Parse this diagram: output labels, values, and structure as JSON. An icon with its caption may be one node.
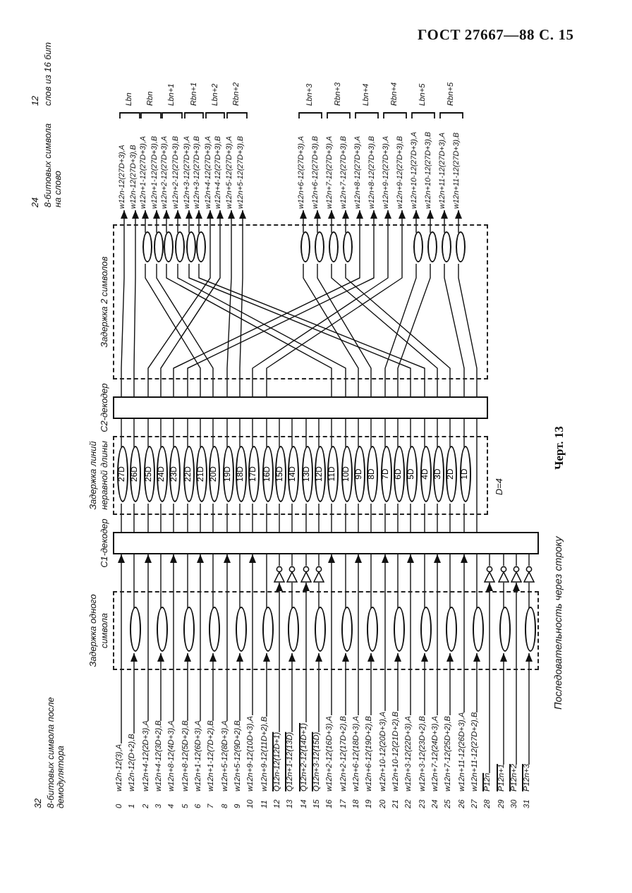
{
  "diagram": {
    "caption": "Черт. 13",
    "nodes": [
      {
        "text": [
          "w12n-12(3),A"
        ],
        "beside": [
          "0"
        ]
      },
      {
        "text": [
          "w12n-12(D+2),B"
        ],
        "beside": [
          "1"
        ]
      },
      {
        "text": [
          "w12n+4-12(2D+3),A"
        ],
        "beside": [
          "2"
        ]
      },
      {
        "text": [
          "w12n+4-12(3D+2),B"
        ],
        "beside": [
          "3"
        ]
      },
      {
        "text": [
          "w12n+8-12(4D+3),A"
        ],
        "beside": [
          "4"
        ]
      },
      {
        "text": [
          "w12n+8-12(5D+2),B"
        ],
        "beside": [
          "5"
        ]
      },
      {
        "text": [
          "w12n+1-12(6D+3),A"
        ],
        "beside": [
          "6"
        ]
      },
      {
        "text": [
          "w12n+1-12(7D+2),B"
        ],
        "beside": [
          "7"
        ]
      },
      {
        "text": [
          "w12n+5-12(8D+3),A"
        ],
        "beside": [
          "8"
        ]
      },
      {
        "text": [
          "w12n+5-12(9D+2),B"
        ],
        "beside": [
          "9"
        ]
      },
      {
        "text": [
          "w12n+9-12(10D+3),A"
        ],
        "beside": [
          "10"
        ]
      },
      {
        "text": [
          "w12n+9-12(11D+2),B"
        ],
        "beside": [
          "11"
        ]
      },
      {
        "text": [
          "Q12n-12(12D+1)"
        ],
        "beside": [
          "12"
        ]
      },
      {
        "text": [
          "Q12n+1-12(13D)"
        ],
        "beside": [
          "13"
        ]
      },
      {
        "text": [
          "Q12n+2-12(14D+1)"
        ],
        "beside": [
          "14"
        ]
      },
      {
        "text": [
          "Q12n+3-12(15D)"
        ],
        "beside": [
          "15"
        ]
      },
      {
        "text": [
          "w12n+2-12(16D+3),A"
        ],
        "beside": [
          "16"
        ]
      },
      {
        "text": [
          "w12n+2-12(17D+2),B"
        ],
        "beside": [
          "17"
        ]
      },
      {
        "text": [
          "w12n+6-12(18D+3),A"
        ],
        "beside": [
          "18"
        ]
      },
      {
        "text": [
          "w12n+6-12(19D+2),B"
        ],
        "beside": [
          "19"
        ]
      },
      {
        "text": [
          "w12n+10-12(20D+3),A"
        ],
        "beside": [
          "20"
        ]
      },
      {
        "text": [
          "w12n+10-12(21D+2),B"
        ],
        "beside": [
          "21"
        ]
      },
      {
        "text": [
          "w12n+3-12(22D+3),A"
        ],
        "beside": [
          "22"
        ]
      },
      {
        "text": [
          "w12n+3-12(23D+2),B"
        ],
        "beside": [
          "23"
        ]
      },
      {
        "text": [
          "w12n+7-12(24D+3),A"
        ],
        "beside": [
          "24"
        ]
      },
      {
        "text": [
          "w12n+7-12(25D+2),B"
        ],
        "beside": [
          "25"
        ]
      },
      {
        "text": [
          "w12n+11-12(26D+3),A"
        ],
        "beside": [
          "26"
        ]
      },
      {
        "text": [
          "w12n+11-12(27D+2),B"
        ],
        "beside": [
          "27"
        ]
      },
      {
        "text": [
          "P12n"
        ],
        "beside": [
          "28"
        ]
      },
      {
        "text": [
          "P12n+1"
        ],
        "beside": [
          "29"
        ]
      },
      {
        "text": [
          "P12n+2"
        ],
        "beside": [
          "30"
        ]
      },
      {
        "text": [
          "P12n+3"
        ],
        "beside": [
          "31"
        ]
      },
      {
        "text": [
          "Задержка одного символа"
        ]
      },
      {
        "text": [],
        "shape": "oval",
        "in": 32
      },
      {
        "text": [],
        "shape": "oval",
        "in": 32
      },
      {
        "text": [],
        "shape": "oval",
        "in": 32
      },
      {
        "text": [],
        "shape": "oval",
        "in": 32
      },
      {
        "text": [],
        "shape": "oval",
        "in": 32
      },
      {
        "text": [],
        "shape": "oval",
        "in": 32
      },
      {
        "text": [],
        "shape": "oval",
        "in": 32
      },
      {
        "text": [],
        "shape": "oval",
        "in": 32
      },
      {
        "text": [],
        "shape": "oval",
        "in": 32
      },
      {
        "text": [],
        "shape": "oval",
        "in": 32
      },
      {
        "text": [],
        "shape": "oval",
        "in": 32
      },
      {
        "text": [],
        "shape": "oval",
        "in": 32
      },
      {
        "text": [],
        "shape": "oval",
        "in": 32
      },
      {
        "text": [],
        "shape": "oval",
        "in": 32
      },
      {
        "text": [],
        "shape": "oval",
        "in": 32
      },
      {
        "text": [],
        "shape": "oval",
        "in": 32
      },
      {
        "text": [],
        "shape": "triangle"
      },
      {
        "text": [],
        "shape": "triangle"
      },
      {
        "text": [],
        "shape": "triangle"
      },
      {
        "text": [],
        "shape": "triangle"
      },
      {
        "text": [],
        "shape": "triangle"
      },
      {
        "text": [],
        "shape": "triangle"
      },
      {
        "text": [],
        "shape": "triangle"
      },
      {
        "text": [],
        "shape": "triangle"
      },
      {
        "text": [
          "C1-декодер"
        ]
      },
      {
        "text": [
          "Задержка линий неравной длины"
        ],
        "beside": [
          "D=4"
        ]
      },
      {
        "text": [
          "27D"
        ],
        "in": 58
      },
      {
        "text": [
          "26D"
        ],
        "in": 58
      },
      {
        "text": [
          "25D"
        ],
        "in": 58
      },
      {
        "text": [
          "24D"
        ],
        "in": 58
      },
      {
        "text": [
          "23D"
        ],
        "in": 58
      },
      {
        "text": [
          "22D"
        ],
        "in": 58
      },
      {
        "text": [
          "21D"
        ],
        "in": 58
      },
      {
        "text": [
          "20D"
        ],
        "in": 58
      },
      {
        "text": [
          "19D"
        ],
        "in": 58
      },
      {
        "text": [
          "18D"
        ],
        "in": 58
      },
      {
        "text": [
          "17D"
        ],
        "in": 58
      },
      {
        "text": [
          "16D"
        ],
        "in": 58
      },
      {
        "text": [
          "15D"
        ],
        "in": 58
      },
      {
        "text": [
          "14D"
        ],
        "in": 58
      },
      {
        "text": [
          "13D"
        ],
        "in": 58
      },
      {
        "text": [
          "12D"
        ],
        "in": 58
      },
      {
        "text": [
          "11D"
        ],
        "in": 58
      },
      {
        "text": [
          "10D"
        ],
        "in": 58
      },
      {
        "text": [
          "9D"
        ],
        "in": 58
      },
      {
        "text": [
          "8D"
        ],
        "in": 58
      },
      {
        "text": [
          "7D"
        ],
        "in": 58
      },
      {
        "text": [
          "6D"
        ],
        "in": 58
      },
      {
        "text": [
          "5D"
        ],
        "in": 58
      },
      {
        "text": [
          "4D"
        ],
        "in": 58
      },
      {
        "text": [
          "3D"
        ],
        "in": 58
      },
      {
        "text": [
          "2D"
        ],
        "in": 58
      },
      {
        "text": [
          "1D"
        ],
        "in": 58
      },
      {
        "text": [
          "C2-декодер"
        ]
      },
      {
        "text": [
          "Задержка 2 символов"
        ]
      },
      {
        "text": [],
        "shape": "oval",
        "in": 87
      },
      {
        "text": [],
        "shape": "oval",
        "in": 87
      },
      {
        "text": [],
        "shape": "oval",
        "in": 87
      },
      {
        "text": [],
        "shape": "oval",
        "in": 87
      },
      {
        "text": [],
        "shape": "oval",
        "in": 87
      },
      {
        "text": [],
        "shape": "oval",
        "in": 87
      },
      {
        "text": [],
        "shape": "oval",
        "in": 87
      },
      {
        "text": [],
        "shape": "oval",
        "in": 87
      },
      {
        "text": [],
        "shape": "oval",
        "in": 87
      },
      {
        "text": [],
        "shape": "oval",
        "in": 87
      },
      {
        "text": [],
        "shape": "oval",
        "in": 87
      },
      {
        "text": [],
        "shape": "oval",
        "in": 87
      },
      {
        "text": [],
        "shape": "oval",
        "in": 87
      },
      {
        "text": [],
        "shape": "oval",
        "in": 87
      },
      {
        "text": [
          "w12n-12(27D+3),A"
        ]
      },
      {
        "text": [
          "w12n-12(27D+3),B"
        ]
      },
      {
        "text": [
          "w12n+1-12(27D+3),A"
        ]
      },
      {
        "text": [
          "w12n+1-12(27D+3),B"
        ]
      },
      {
        "text": [
          "w12n+2-12(27D+3),A"
        ]
      },
      {
        "text": [
          "w12n+2-12(27D+3),B"
        ]
      },
      {
        "text": [
          "w12n+3-12(27D+3),A"
        ]
      },
      {
        "text": [
          "w12n+3-12(27D+3),B"
        ]
      },
      {
        "text": [
          "w12n+4-12(27D+3),A"
        ]
      },
      {
        "text": [
          "w12n+4-12(27D+3),B"
        ]
      },
      {
        "text": [
          "w12n+5-12(27D+3),A"
        ]
      },
      {
        "text": [
          "w12n+5-12(27D+3),B"
        ]
      },
      {
        "text": [
          "w12n+6-12(27D+3),A"
        ]
      },
      {
        "text": [
          "w12n+6-12(27D+3),B"
        ]
      },
      {
        "text": [
          "w12n+7-12(27D+3),A"
        ]
      },
      {
        "text": [
          "w12n+7-12(27D+3),B"
        ]
      },
      {
        "text": [
          "w12n+8-12(27D+3),A"
        ]
      },
      {
        "text": [
          "w12n+8-12(27D+3),B"
        ]
      },
      {
        "text": [
          "w12n+9-12(27D+3),A"
        ]
      },
      {
        "text": [
          "w12n+9-12(27D+3),B"
        ]
      },
      {
        "text": [
          "w12n+10-12(27D+3),A"
        ]
      },
      {
        "text": [
          "w12n+10-12(27D+3),B"
        ]
      },
      {
        "text": [
          "w12n+11-12(27D+3),A"
        ]
      },
      {
        "text": [
          "w12n+11-12(27D+3),B"
        ]
      }
    ],
    "edges": [
      {
        "from": 0,
        "to": 57,
        "arrow": "to"
      },
      {
        "from": 1,
        "to": 33,
        "arrow": "to"
      },
      {
        "from": 33,
        "to": 57,
        "arrow": "none"
      },
      {
        "from": 2,
        "to": 57,
        "arrow": "to"
      },
      {
        "from": 3,
        "to": 34,
        "arrow": "to"
      },
      {
        "from": 34,
        "to": 57,
        "arrow": "none"
      },
      {
        "from": 4,
        "to": 57,
        "arrow": "to"
      },
      {
        "from": 5,
        "to": 35,
        "arrow": "to"
      },
      {
        "from": 35,
        "to": 57,
        "arrow": "none"
      },
      {
        "from": 6,
        "to": 57,
        "arrow": "to"
      },
      {
        "from": 7,
        "to": 36,
        "arrow": "to"
      },
      {
        "from": 36,
        "to": 57,
        "arrow": "none"
      },
      {
        "from": 8,
        "to": 57,
        "arrow": "to"
      },
      {
        "from": 9,
        "to": 37,
        "arrow": "to"
      },
      {
        "from": 37,
        "to": 57,
        "arrow": "none"
      },
      {
        "from": 10,
        "to": 57,
        "arrow": "to"
      },
      {
        "from": 11,
        "to": 38,
        "arrow": "to"
      },
      {
        "from": 38,
        "to": 57,
        "arrow": "none"
      },
      {
        "from": 12,
        "to": 49,
        "arrow": "to"
      },
      {
        "from": 49,
        "to": 57,
        "arrow": "none"
      },
      {
        "from": 13,
        "to": 39,
        "arrow": "to"
      },
      {
        "from": 39,
        "to": 50,
        "arrow": "none"
      },
      {
        "from": 50,
        "to": 57,
        "arrow": "none"
      },
      {
        "from": 14,
        "to": 51,
        "arrow": "to"
      },
      {
        "from": 51,
        "to": 57,
        "arrow": "none"
      },
      {
        "from": 15,
        "to": 40,
        "arrow": "to"
      },
      {
        "from": 40,
        "to": 52,
        "arrow": "none"
      },
      {
        "from": 52,
        "to": 57,
        "arrow": "none"
      },
      {
        "from": 16,
        "to": 57,
        "arrow": "to"
      },
      {
        "from": 17,
        "to": 41,
        "arrow": "to"
      },
      {
        "from": 41,
        "to": 57,
        "arrow": "none"
      },
      {
        "from": 18,
        "to": 57,
        "arrow": "to"
      },
      {
        "from": 19,
        "to": 42,
        "arrow": "to"
      },
      {
        "from": 42,
        "to": 57,
        "arrow": "none"
      },
      {
        "from": 20,
        "to": 57,
        "arrow": "to"
      },
      {
        "from": 21,
        "to": 43,
        "arrow": "to"
      },
      {
        "from": 43,
        "to": 57,
        "arrow": "none"
      },
      {
        "from": 22,
        "to": 57,
        "arrow": "to"
      },
      {
        "from": 23,
        "to": 44,
        "arrow": "to"
      },
      {
        "from": 44,
        "to": 57,
        "arrow": "none"
      },
      {
        "from": 24,
        "to": 57,
        "arrow": "to"
      },
      {
        "from": 25,
        "to": 45,
        "arrow": "to"
      },
      {
        "from": 45,
        "to": 57,
        "arrow": "none"
      },
      {
        "from": 26,
        "to": 57,
        "arrow": "to"
      },
      {
        "from": 27,
        "to": 46,
        "arrow": "to"
      },
      {
        "from": 46,
        "to": 57,
        "arrow": "none"
      },
      {
        "from": 28,
        "to": 53,
        "arrow": "to"
      },
      {
        "from": 53,
        "to": 57,
        "arrow": "none"
      },
      {
        "from": 29,
        "to": 47,
        "arrow": "to"
      },
      {
        "from": 47,
        "to": 54,
        "arrow": "none"
      },
      {
        "from": 54,
        "to": 57,
        "arrow": "none"
      },
      {
        "from": 30,
        "to": 55,
        "arrow": "to"
      },
      {
        "from": 55,
        "to": 57,
        "arrow": "none"
      },
      {
        "from": 31,
        "to": 48,
        "arrow": "to"
      },
      {
        "from": 48,
        "to": 56,
        "arrow": "none"
      },
      {
        "from": 56,
        "to": 57,
        "arrow": "none"
      },
      {
        "from": 57,
        "to": 59,
        "arrow": "none"
      },
      {
        "from": 59,
        "to": 86,
        "arrow": "none"
      },
      {
        "from": 57,
        "to": 60,
        "arrow": "none"
      },
      {
        "from": 60,
        "to": 86,
        "arrow": "none"
      },
      {
        "from": 57,
        "to": 61,
        "arrow": "none"
      },
      {
        "from": 61,
        "to": 86,
        "arrow": "none"
      },
      {
        "from": 57,
        "to": 62,
        "arrow": "none"
      },
      {
        "from": 62,
        "to": 86,
        "arrow": "none"
      },
      {
        "from": 57,
        "to": 63,
        "arrow": "none"
      },
      {
        "from": 63,
        "to": 86,
        "arrow": "none"
      },
      {
        "from": 57,
        "to": 64,
        "arrow": "none"
      },
      {
        "from": 64,
        "to": 86,
        "arrow": "none"
      },
      {
        "from": 57,
        "to": 65,
        "arrow": "none"
      },
      {
        "from": 65,
        "to": 86,
        "arrow": "none"
      },
      {
        "from": 57,
        "to": 66,
        "arrow": "none"
      },
      {
        "from": 66,
        "to": 86,
        "arrow": "none"
      },
      {
        "from": 57,
        "to": 67,
        "arrow": "none"
      },
      {
        "from": 67,
        "to": 86,
        "arrow": "none"
      },
      {
        "from": 57,
        "to": 68,
        "arrow": "none"
      },
      {
        "from": 68,
        "to": 86,
        "arrow": "none"
      },
      {
        "from": 57,
        "to": 69,
        "arrow": "none"
      },
      {
        "from": 69,
        "to": 86,
        "arrow": "none"
      },
      {
        "from": 57,
        "to": 70,
        "arrow": "none"
      },
      {
        "from": 70,
        "to": 86,
        "arrow": "none"
      },
      {
        "from": 57,
        "to": 71,
        "arrow": "none"
      },
      {
        "from": 71,
        "to": 86,
        "arrow": "none"
      },
      {
        "from": 57,
        "to": 72,
        "arrow": "none"
      },
      {
        "from": 72,
        "to": 86,
        "arrow": "none"
      },
      {
        "from": 57,
        "to": 73,
        "arrow": "none"
      },
      {
        "from": 73,
        "to": 86,
        "arrow": "none"
      },
      {
        "from": 57,
        "to": 74,
        "arrow": "none"
      },
      {
        "from": 74,
        "to": 86,
        "arrow": "none"
      },
      {
        "from": 57,
        "to": 75,
        "arrow": "none"
      },
      {
        "from": 75,
        "to": 86,
        "arrow": "none"
      },
      {
        "from": 57,
        "to": 76,
        "arrow": "none"
      },
      {
        "from": 76,
        "to": 86,
        "arrow": "none"
      },
      {
        "from": 57,
        "to": 77,
        "arrow": "none"
      },
      {
        "from": 77,
        "to": 86,
        "arrow": "none"
      },
      {
        "from": 57,
        "to": 78,
        "arrow": "none"
      },
      {
        "from": 78,
        "to": 86,
        "arrow": "none"
      },
      {
        "from": 57,
        "to": 79,
        "arrow": "none"
      },
      {
        "from": 79,
        "to": 86,
        "arrow": "none"
      },
      {
        "from": 57,
        "to": 80,
        "arrow": "none"
      },
      {
        "from": 80,
        "to": 86,
        "arrow": "none"
      },
      {
        "from": 57,
        "to": 81,
        "arrow": "none"
      },
      {
        "from": 81,
        "to": 86,
        "arrow": "none"
      },
      {
        "from": 57,
        "to": 82,
        "arrow": "none"
      },
      {
        "from": 82,
        "to": 86,
        "arrow": "none"
      },
      {
        "from": 57,
        "to": 83,
        "arrow": "none"
      },
      {
        "from": 83,
        "to": 86,
        "arrow": "none"
      },
      {
        "from": 57,
        "to": 84,
        "arrow": "none"
      },
      {
        "from": 84,
        "to": 86,
        "arrow": "none"
      },
      {
        "from": 57,
        "to": 85,
        "arrow": "none"
      },
      {
        "from": 85,
        "to": 86,
        "arrow": "none"
      },
      {
        "from": 57,
        "to": 86,
        "arrow": "none"
      },
      {
        "from": 86,
        "to": 102,
        "arrow": "to"
      },
      {
        "from": 86,
        "to": 103,
        "arrow": "to"
      },
      {
        "from": 86,
        "to": 88,
        "arrow": "none"
      },
      {
        "from": 88,
        "to": 104,
        "arrow": "to"
      },
      {
        "from": 86,
        "to": 89,
        "arrow": "none"
      },
      {
        "from": 89,
        "to": 105,
        "arrow": "to"
      },
      {
        "from": 86,
        "to": 90,
        "arrow": "none"
      },
      {
        "from": 90,
        "to": 106,
        "arrow": "to"
      },
      {
        "from": 86,
        "to": 91,
        "arrow": "none"
      },
      {
        "from": 91,
        "to": 107,
        "arrow": "to"
      },
      {
        "from": 86,
        "to": 92,
        "arrow": "none"
      },
      {
        "from": 92,
        "to": 108,
        "arrow": "to"
      },
      {
        "from": 86,
        "to": 93,
        "arrow": "none"
      },
      {
        "from": 93,
        "to": 109,
        "arrow": "to"
      },
      {
        "from": 86,
        "to": 110,
        "arrow": "to"
      },
      {
        "from": 86,
        "to": 111,
        "arrow": "to"
      },
      {
        "from": 86,
        "to": 112,
        "arrow": "to"
      },
      {
        "from": 86,
        "to": 113,
        "arrow": "to"
      },
      {
        "from": 86,
        "to": 94,
        "arrow": "none"
      },
      {
        "from": 94,
        "to": 114,
        "arrow": "to"
      },
      {
        "from": 86,
        "to": 95,
        "arrow": "none"
      },
      {
        "from": 95,
        "to": 115,
        "arrow": "to"
      },
      {
        "from": 86,
        "to": 96,
        "arrow": "none"
      },
      {
        "from": 96,
        "to": 116,
        "arrow": "to"
      },
      {
        "from": 86,
        "to": 97,
        "arrow": "none"
      },
      {
        "from": 97,
        "to": 117,
        "arrow": "to"
      },
      {
        "from": 86,
        "to": 118,
        "arrow": "to"
      },
      {
        "from": 86,
        "to": 119,
        "arrow": "to"
      },
      {
        "from": 86,
        "to": 120,
        "arrow": "to"
      },
      {
        "from": 86,
        "to": 121,
        "arrow": "to"
      },
      {
        "from": 86,
        "to": 98,
        "arrow": "none"
      },
      {
        "from": 98,
        "to": 122,
        "arrow": "to"
      },
      {
        "from": 86,
        "to": 99,
        "arrow": "none"
      },
      {
        "from": 99,
        "to": 123,
        "arrow": "to"
      },
      {
        "from": 86,
        "to": 100,
        "arrow": "none"
      },
      {
        "from": 100,
        "to": 124,
        "arrow": "to"
      },
      {
        "from": 86,
        "to": 101,
        "arrow": "none"
      },
      {
        "from": 101,
        "to": 125,
        "arrow": "to"
      }
    ],
    "labels": [
      "ГОСТ 27667—88 С. 15",
      "32",
      "8-битовых символа после демодулятора",
      "24",
      "8-битовых символа на слово",
      "12",
      "слов из 16 бит",
      "Lbn",
      "Rbn",
      "Lbn+1",
      "Rbn+1",
      "Lbn+2",
      "Rbn+2",
      "Lbn+3",
      "Rbn+3",
      "Lbn+4",
      "Rbn+4",
      "Lbn+5",
      "Rbn+5",
      "Последовательность через строку"
    ]
  }
}
